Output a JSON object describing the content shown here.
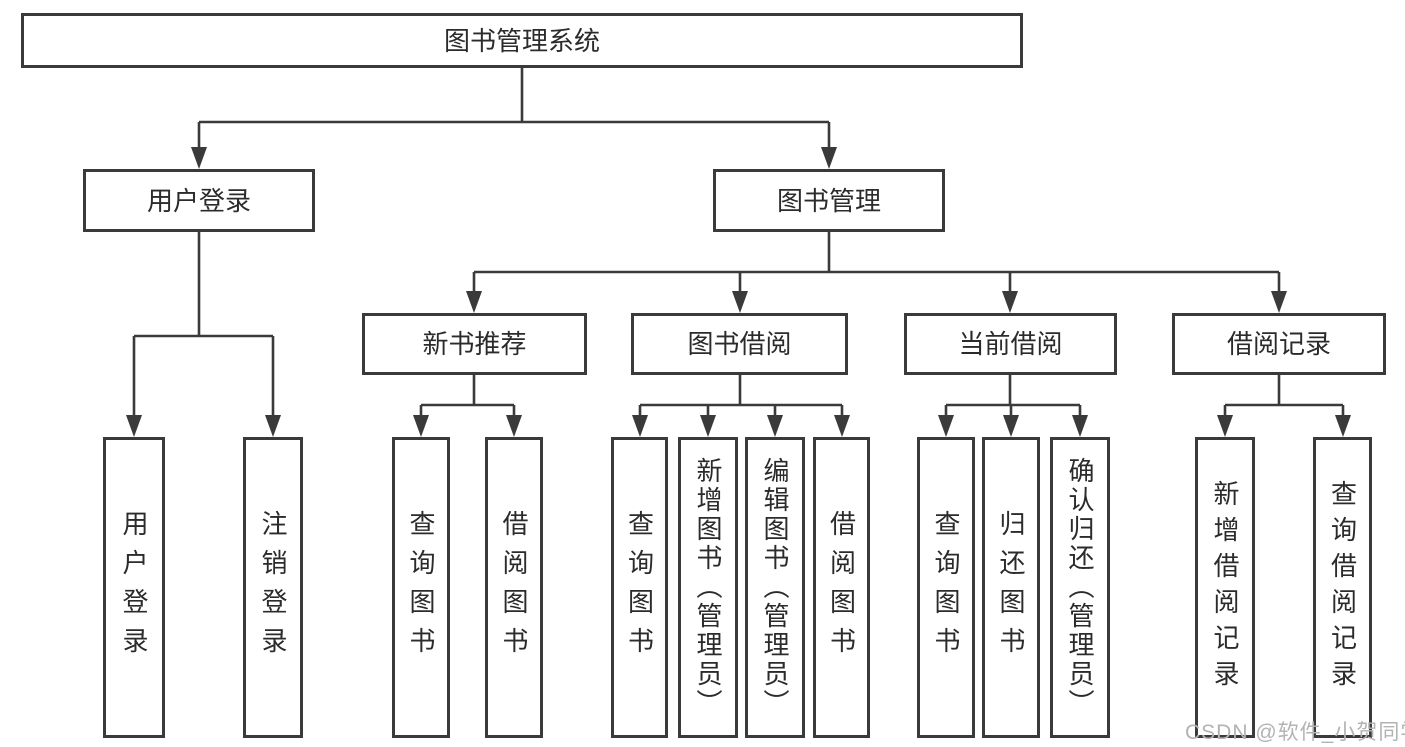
{
  "diagram": {
    "title": "图书管理系统",
    "watermark": "CSDN @软件_小贺同学",
    "colors": {
      "line": "#3a3a3a",
      "text": "#2b2b2b",
      "background": "#ffffff",
      "watermark": "#b3b3b3"
    },
    "nodes": {
      "root": {
        "label": "图书管理系统"
      },
      "user_login": {
        "label": "用户登录"
      },
      "book_mgmt": {
        "label": "图书管理"
      },
      "new_book": {
        "label": "新书推荐"
      },
      "book_borrow": {
        "label": "图书借阅"
      },
      "current_borrow": {
        "label": "当前借阅"
      },
      "borrow_records": {
        "label": "借阅记录"
      },
      "leaf_user_login": {
        "label": "用户登录"
      },
      "leaf_logout": {
        "label": "注销登录"
      },
      "leaf_nb_query": {
        "label": "查询图书"
      },
      "leaf_nb_borrow": {
        "label": "借阅图书"
      },
      "leaf_bb_query": {
        "label": "查询图书"
      },
      "leaf_bb_add": {
        "label": "新增图书（管理员）"
      },
      "leaf_bb_edit": {
        "label": "编辑图书（管理员）"
      },
      "leaf_bb_borrow": {
        "label": "借阅图书"
      },
      "leaf_cb_query": {
        "label": "查询图书"
      },
      "leaf_cb_return": {
        "label": "归还图书"
      },
      "leaf_cb_confirm": {
        "label": "确认归还（管理员）"
      },
      "leaf_br_add": {
        "label": "新增借阅记录"
      },
      "leaf_br_query": {
        "label": "查询借阅记录"
      }
    },
    "hierarchy": [
      {
        "parent": "图书管理系统",
        "children": [
          "用户登录",
          "图书管理"
        ]
      },
      {
        "parent": "用户登录",
        "children": [
          "用户登录",
          "注销登录"
        ]
      },
      {
        "parent": "图书管理",
        "children": [
          "新书推荐",
          "图书借阅",
          "当前借阅",
          "借阅记录"
        ]
      },
      {
        "parent": "新书推荐",
        "children": [
          "查询图书",
          "借阅图书"
        ]
      },
      {
        "parent": "图书借阅",
        "children": [
          "查询图书",
          "新增图书（管理员）",
          "编辑图书（管理员）",
          "借阅图书"
        ]
      },
      {
        "parent": "当前借阅",
        "children": [
          "查询图书",
          "归还图书",
          "确认归还（管理员）"
        ]
      },
      {
        "parent": "借阅记录",
        "children": [
          "新增借阅记录",
          "查询借阅记录"
        ]
      }
    ]
  }
}
